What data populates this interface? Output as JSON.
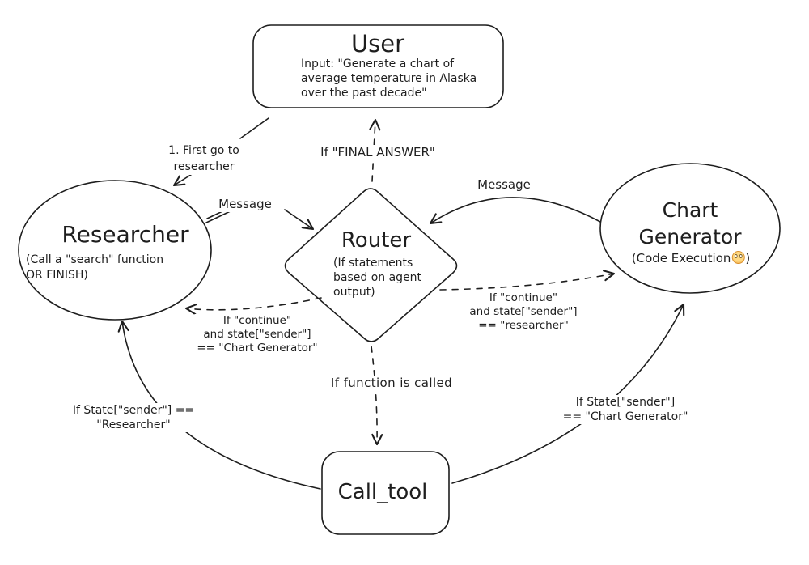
{
  "canvas": {
    "background": "#ffffff",
    "stroke": "#1e1e1e"
  },
  "nodes": {
    "user": {
      "title": "User",
      "lines": [
        "Input: \"Generate a chart of",
        "average temperature in Alaska",
        "over the past decade\""
      ]
    },
    "researcher": {
      "title": "Researcher",
      "lines": [
        "(Call a \"search\" function",
        "OR FINISH)"
      ]
    },
    "router": {
      "title": "Router",
      "lines": [
        "(If statements",
        "based on agent",
        "output)"
      ]
    },
    "chart_generator": {
      "title_line1": "Chart",
      "title_line2": "Generator",
      "subtitle_open": "(Code Execution",
      "emoji": "😳",
      "subtitle_close": ")"
    },
    "call_tool": {
      "title": "Call_tool"
    }
  },
  "edge_labels": {
    "first_go": {
      "lines": [
        "1. First go to",
        "researcher"
      ]
    },
    "final_answer": {
      "text": "If \"FINAL ANSWER\""
    },
    "message_left": {
      "text": "Message"
    },
    "message_right": {
      "text": "Message"
    },
    "to_researcher_cond": {
      "lines": [
        "If \"continue\"",
        "and state[\"sender\"]",
        "== \"Chart Generator\""
      ]
    },
    "to_chartgen_cond": {
      "lines": [
        "If \"continue\"",
        "and state[\"sender\"]",
        "== \"researcher\""
      ]
    },
    "function_called": {
      "text": "If function is called"
    },
    "calltool_researcher": {
      "lines": [
        "If State[\"sender\"] ==",
        "\"Researcher\""
      ]
    },
    "calltool_chartgen": {
      "lines": [
        "If State[\"sender\"]",
        "== \"Chart Generator\""
      ]
    }
  }
}
